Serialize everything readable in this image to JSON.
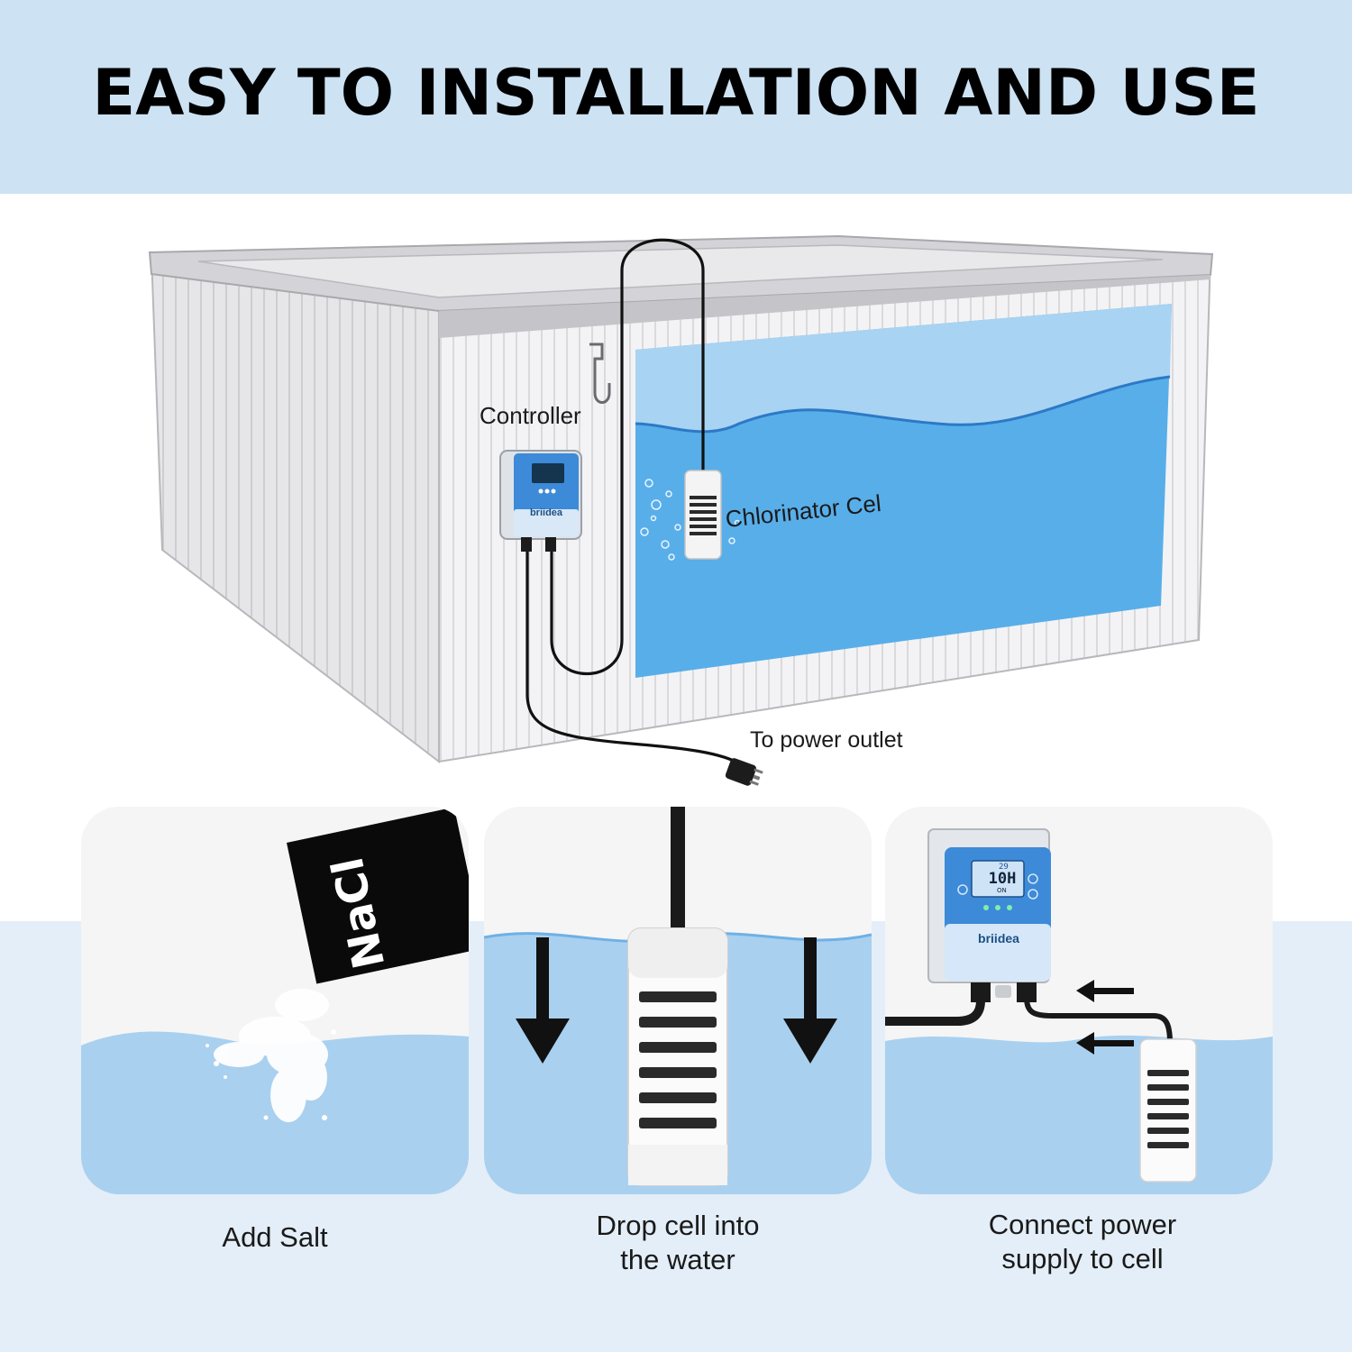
{
  "header": {
    "title": "EASY TO INSTALLATION AND USE"
  },
  "scene": {
    "labels": {
      "controller": "Controller",
      "chlorinator_cell": "Chlorinator Cel",
      "power_outlet": "To power outlet"
    },
    "brand": "briidea"
  },
  "steps": [
    {
      "caption": "Add Salt",
      "bag_label": "NaCl"
    },
    {
      "caption": "Drop cell into\nthe water"
    },
    {
      "caption": "Connect power\nsupply to cell",
      "display_value": "10H",
      "display_temp": "29",
      "display_status": "ON",
      "brand": "briidea"
    }
  ],
  "colors": {
    "header_band": "#cde2f3",
    "water": "#58aee9",
    "water_light": "#a9d0ef",
    "controller_blue": "#3d8ad8"
  }
}
